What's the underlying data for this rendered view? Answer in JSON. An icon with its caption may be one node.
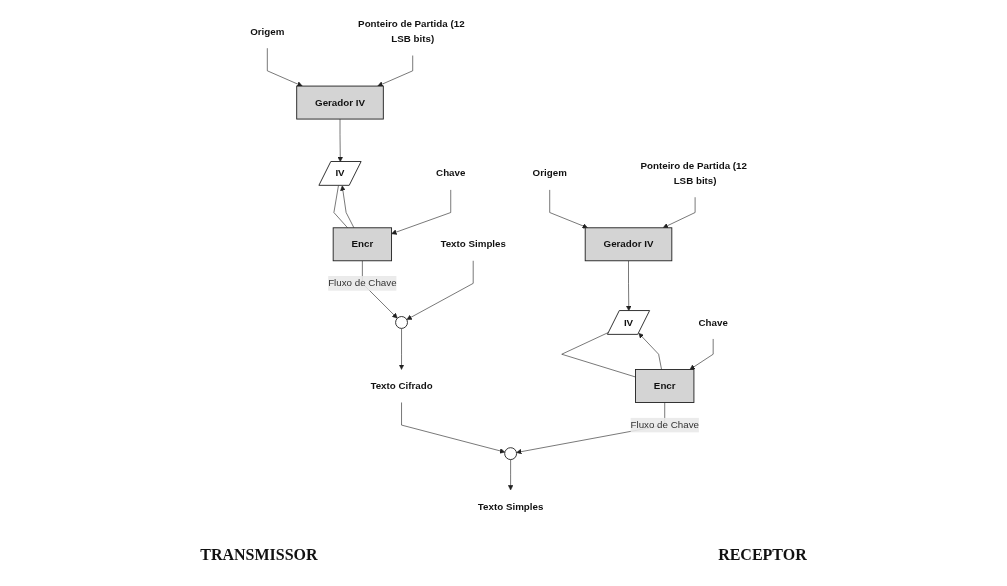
{
  "diagram": {
    "nodes": [
      {
        "text": [
          "Origem"
        ]
      },
      {
        "text": [
          "Ponteiro de Partida (12 LSB bits)"
        ]
      },
      {
        "text": [
          "Gerador IV"
        ]
      },
      {
        "text": [
          "IV"
        ]
      },
      {
        "text": [
          "Chave"
        ]
      },
      {
        "text": [
          "Encr"
        ]
      },
      {
        "text": [
          "Texto Simples"
        ]
      },
      {
        "text": [],
        "shape": "circle"
      },
      {
        "text": [
          "Texto Cifrado"
        ]
      },
      {
        "text": [
          "Origem"
        ]
      },
      {
        "text": [
          "Ponteiro de Partida (12 LSB bits)"
        ]
      },
      {
        "text": [
          "Gerador IV"
        ]
      },
      {
        "text": [
          "IV"
        ]
      },
      {
        "text": [
          "Chave"
        ]
      },
      {
        "text": [
          "Encr"
        ]
      },
      {
        "text": [],
        "shape": "circle"
      },
      {
        "text": [
          "Texto Simples"
        ]
      }
    ],
    "edges": [
      {
        "from": 0,
        "to": 2,
        "arrow": "to"
      },
      {
        "from": 1,
        "to": 2,
        "arrow": "to"
      },
      {
        "from": 2,
        "to": 3,
        "arrow": "to"
      },
      {
        "from": 3,
        "to": 5,
        "arrow": "none"
      },
      {
        "from": 4,
        "to": 5,
        "arrow": "to"
      },
      {
        "from": 5,
        "to": 7,
        "arrow": "to",
        "label": "Fluxo de Chave"
      },
      {
        "from": 5,
        "to": 3,
        "arrow": "to"
      },
      {
        "from": 6,
        "to": 7,
        "arrow": "to"
      },
      {
        "from": 7,
        "to": 8,
        "arrow": "to"
      },
      {
        "from": 9,
        "to": 11,
        "arrow": "to"
      },
      {
        "from": 10,
        "to": 11,
        "arrow": "to"
      },
      {
        "from": 11,
        "to": 12,
        "arrow": "to"
      },
      {
        "from": 12,
        "to": 14,
        "arrow": "none"
      },
      {
        "from": 13,
        "to": 14,
        "arrow": "to"
      },
      {
        "from": 14,
        "to": 15,
        "arrow": "to",
        "label": "Fluxo de Chave"
      },
      {
        "from": 14,
        "to": 12,
        "arrow": "to"
      },
      {
        "from": 8,
        "to": 15,
        "arrow": "to"
      },
      {
        "from": 15,
        "to": 16,
        "arrow": "to"
      }
    ],
    "labels": [
      "TRANSMISSOR",
      "RECEPTOR"
    ]
  }
}
